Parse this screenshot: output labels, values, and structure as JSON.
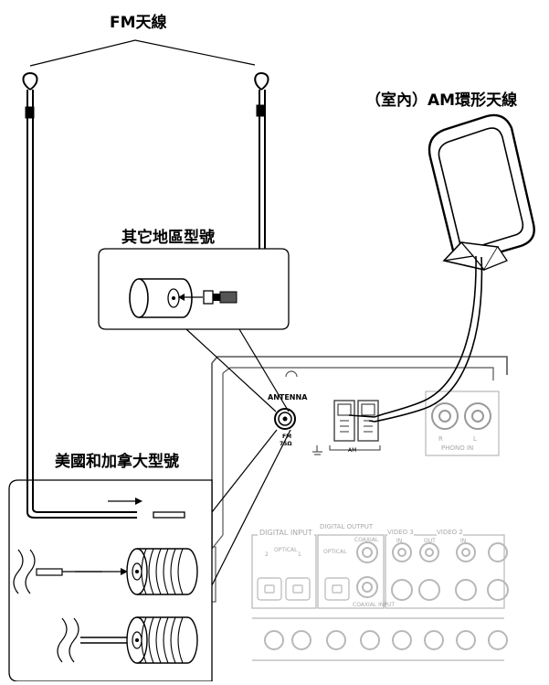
{
  "labels": {
    "fm_antenna": "FM天線",
    "am_antenna": "（室內）AM環形天線",
    "other_regions": "其它地區型號",
    "us_canada": "美國和加拿大型號"
  },
  "panel": {
    "antenna": "ANTENNA",
    "fm": "FM",
    "ohm": "75Ω",
    "am": "AM",
    "phono_r": "R",
    "phono_l": "L",
    "phono_in": "PHONO IN",
    "digital_input": "DIGITAL INPUT",
    "digital_output": "DIGITAL OUTPUT",
    "optical_2": "2",
    "optical_1": "1",
    "optical": "OPTICAL",
    "optical_out": "OPTICAL",
    "coaxial": "COAXIAL",
    "video3": "VIDEO 3",
    "video2": "VIDEO 2",
    "in": "IN",
    "out": "OUT",
    "coax_in": "COAXIAL INPUT"
  }
}
